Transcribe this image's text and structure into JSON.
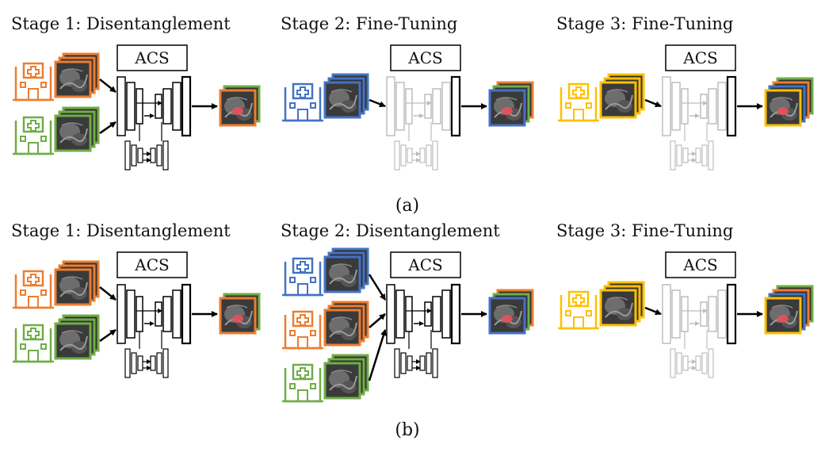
{
  "colors": {
    "orange": "#ed7d31",
    "green": "#70ad47",
    "blue": "#4472c4",
    "yellow": "#ffc000",
    "active_network": "#000000",
    "frozen_network": "#bdbdbd",
    "segmentation_mask": "#e8505b"
  },
  "icons": [
    "hospital-icon",
    "mri-slice-stack",
    "segmentation-output"
  ],
  "rows": [
    {
      "caption": "(a)",
      "stages": [
        {
          "title": "Stage 1: Disentanglement",
          "acs": "ACS",
          "network_state": "active",
          "inputs": [
            "orange",
            "green"
          ],
          "output_stack": [
            "green",
            "orange"
          ]
        },
        {
          "title": "Stage 2: Fine-Tuning",
          "acs": "ACS",
          "network_state": "frozen_with_active_head",
          "inputs": [
            "blue"
          ],
          "output_stack": [
            "orange",
            "green",
            "blue"
          ]
        },
        {
          "title": "Stage 3: Fine-Tuning",
          "acs": "ACS",
          "network_state": "frozen_with_active_head",
          "inputs": [
            "yellow"
          ],
          "output_stack": [
            "green",
            "orange",
            "blue",
            "yellow"
          ]
        }
      ]
    },
    {
      "caption": "(b)",
      "stages": [
        {
          "title": "Stage 1: Disentanglement",
          "acs": "ACS",
          "network_state": "active",
          "inputs": [
            "orange",
            "green"
          ],
          "output_stack": [
            "green",
            "orange"
          ]
        },
        {
          "title": "Stage 2: Disentanglement",
          "acs": "ACS",
          "network_state": "active",
          "inputs": [
            "blue",
            "orange",
            "green"
          ],
          "output_stack": [
            "orange",
            "green",
            "blue"
          ]
        },
        {
          "title": "Stage 3: Fine-Tuning",
          "acs": "ACS",
          "network_state": "frozen_with_active_head",
          "inputs": [
            "yellow"
          ],
          "output_stack": [
            "green",
            "orange",
            "blue",
            "yellow"
          ]
        }
      ]
    }
  ]
}
